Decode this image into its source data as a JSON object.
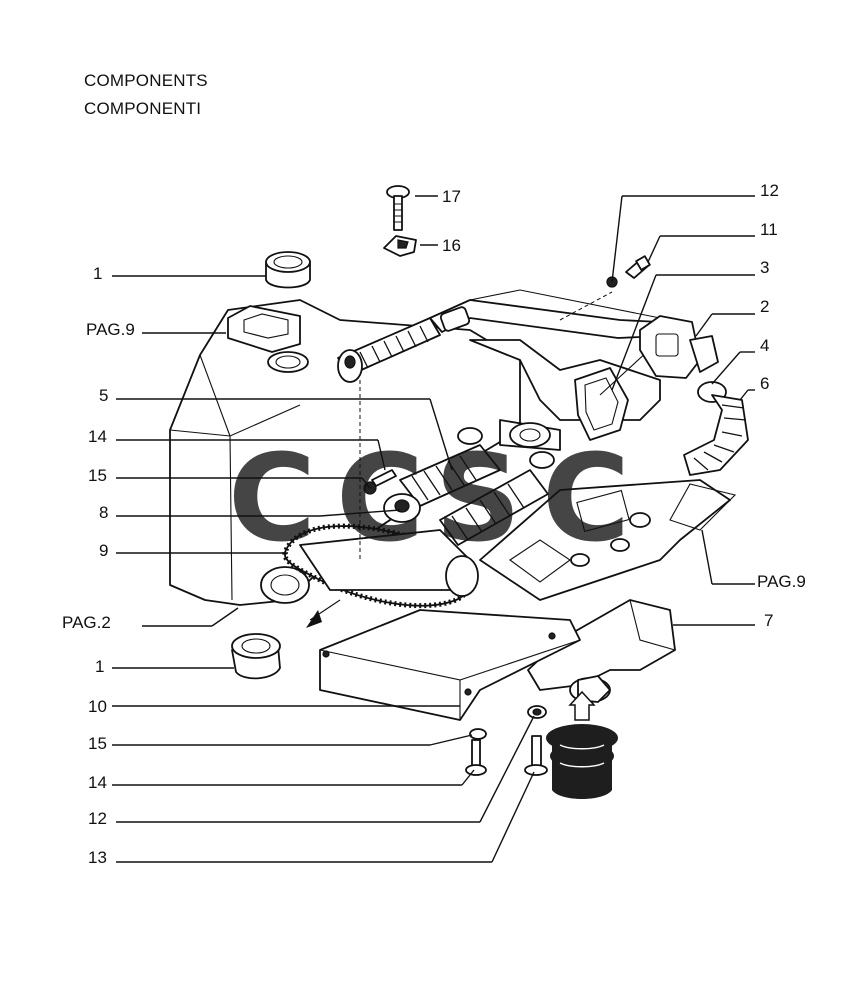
{
  "header": {
    "line1": "COMPONENTS",
    "line2": "COMPONENTI"
  },
  "callouts": {
    "c17": "17",
    "c16": "16",
    "c12a": "12",
    "c11": "11",
    "c3": "3",
    "c2": "2",
    "c4": "4",
    "c6": "6",
    "c1a": "1",
    "pag9a": "PAG.9",
    "c5": "5",
    "c14a": "14",
    "c15a": "15",
    "c8": "8",
    "c9": "9",
    "pag9b": "PAG.9",
    "pag2": "PAG.2",
    "c7": "7",
    "c1b": "1",
    "c10": "10",
    "c15b": "15",
    "c14b": "14",
    "c12b": "12",
    "c13": "13"
  },
  "watermark": {
    "letters": [
      "C",
      "C",
      "S",
      "C"
    ],
    "colors": [
      "#3d7fe3",
      "#e8473f",
      "#f6c21c",
      "#2e9e5f"
    ]
  }
}
